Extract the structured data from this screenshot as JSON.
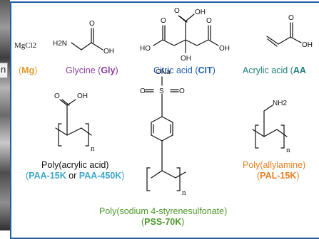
{
  "left_photo": {
    "partial_label": "n"
  },
  "labels": {
    "mg": {
      "pre": "(",
      "name": "Mg",
      "post": ")"
    },
    "glycine": {
      "pre": "Glycine (",
      "code": "Gly",
      "post": ")"
    },
    "citric": {
      "pre": "Citric acid (",
      "code": "CIT",
      "post": ")"
    },
    "acrylic": {
      "pre": "Acrylic acid (",
      "code": "AA"
    },
    "paa": {
      "line1": "Poly(acrylic acid)",
      "open": "(",
      "code1": "PAA-15K",
      "or": " or ",
      "code2": "PAA-450K",
      "close": ")"
    },
    "pss": {
      "line1": "Poly(sodium 4-styrenesulfonate)",
      "open": "(",
      "code": "PSS-70K",
      "close": ")"
    },
    "pal": {
      "line1": "Poly(allylamine)",
      "open": "(",
      "code": "PAL-15K",
      "close": ")"
    }
  },
  "structures": {
    "mgcl2": "MgCl2",
    "h2n": "H2N",
    "o": "O",
    "oh": "OH",
    "ho": "HO",
    "ona": "ONa",
    "s": "S",
    "nh2": "NH2",
    "n": "n"
  },
  "colors": {
    "frame": "#1f5fa8",
    "mg": "#e49a2c",
    "glycine": "#8a3c9c",
    "citric": "#1f5fb5",
    "acrylic": "#23807e",
    "paa_codes": "#3aa6cf",
    "pss": "#4d9a2b",
    "pal": "#e87f21"
  }
}
